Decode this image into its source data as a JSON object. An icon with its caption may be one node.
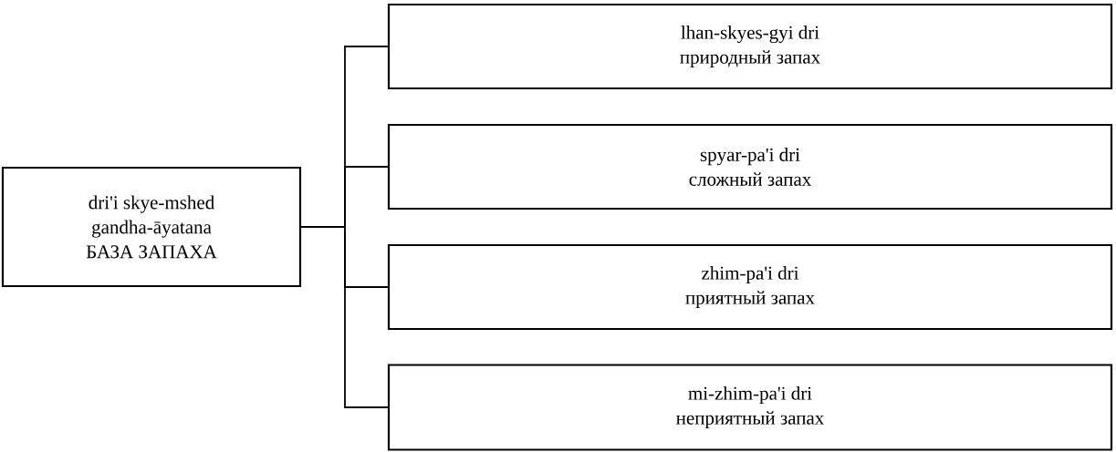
{
  "diagram": {
    "nodes": [
      {
        "text": [
          "dri'i skye-mshed",
          "gandha-āyatana",
          "БАЗА ЗАПАХА"
        ]
      },
      {
        "text": [
          "lhan-skyes-gyi dri",
          "природный запах"
        ]
      },
      {
        "text": [
          "spyar-pa'i dri",
          "сложный запах"
        ]
      },
      {
        "text": [
          "zhim-pa'i dri",
          "приятный запах"
        ]
      },
      {
        "text": [
          "mi-zhim-pa'i dri",
          "неприятный запах"
        ]
      }
    ],
    "edges": [
      {
        "from": 0,
        "to": 1,
        "arrow": "none"
      },
      {
        "from": 0,
        "to": 2,
        "arrow": "none"
      },
      {
        "from": 0,
        "to": 3,
        "arrow": "none"
      },
      {
        "from": 0,
        "to": 4,
        "arrow": "none"
      }
    ]
  }
}
